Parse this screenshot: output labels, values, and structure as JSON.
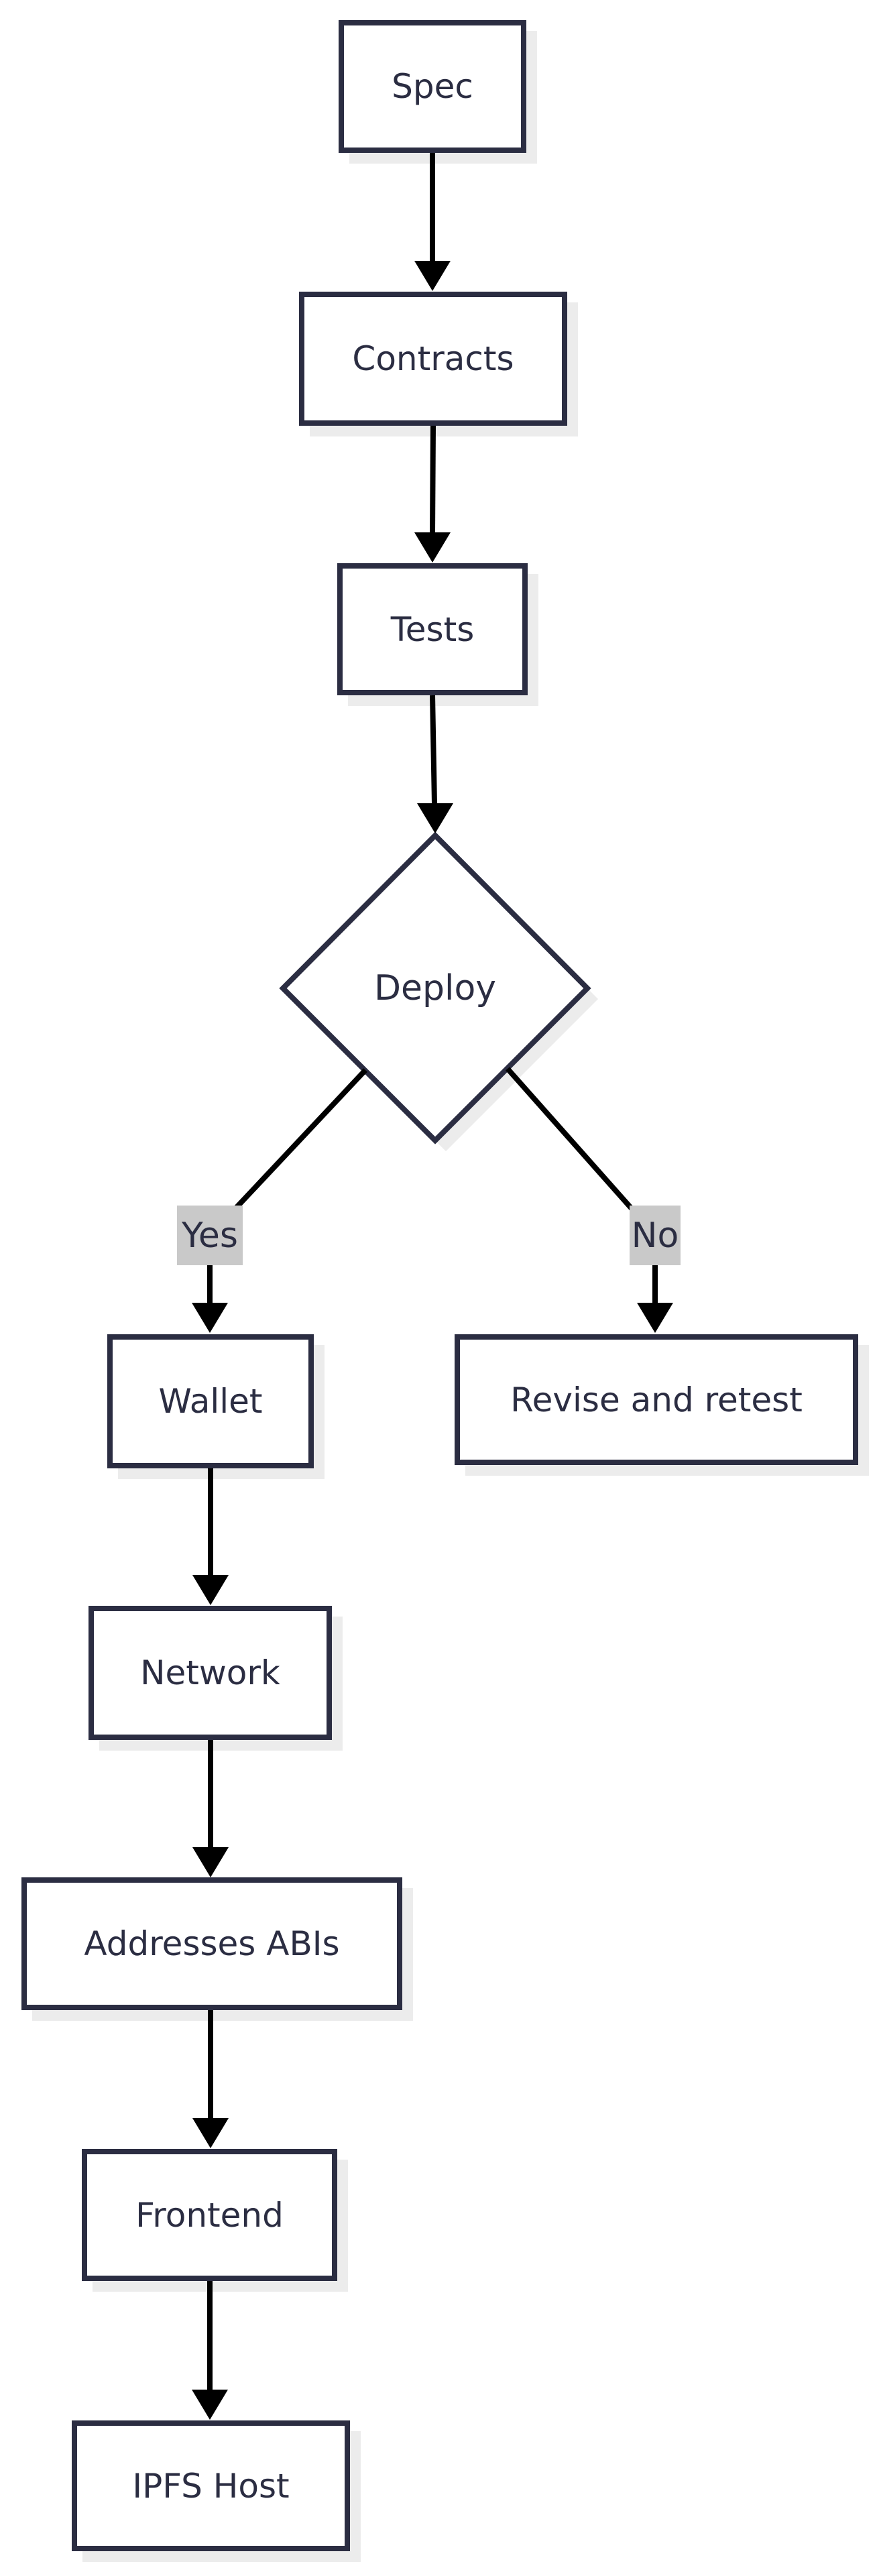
{
  "diagram": {
    "type": "flowchart",
    "direction": "top-down",
    "nodes": [
      {
        "id": "spec",
        "label": "Spec",
        "shape": "rectangle"
      },
      {
        "id": "contracts",
        "label": "Contracts",
        "shape": "rectangle"
      },
      {
        "id": "tests",
        "label": "Tests",
        "shape": "rectangle"
      },
      {
        "id": "deploy",
        "label": "Deploy",
        "shape": "diamond"
      },
      {
        "id": "wallet",
        "label": "Wallet",
        "shape": "rectangle"
      },
      {
        "id": "revise",
        "label": "Revise and retest",
        "shape": "rectangle"
      },
      {
        "id": "network",
        "label": "Network",
        "shape": "rectangle"
      },
      {
        "id": "addresses",
        "label": "Addresses ABIs",
        "shape": "rectangle"
      },
      {
        "id": "frontend",
        "label": "Frontend",
        "shape": "rectangle"
      },
      {
        "id": "ipfs",
        "label": "IPFS Host",
        "shape": "rectangle"
      }
    ],
    "edges": [
      {
        "from": "spec",
        "to": "contracts",
        "label": ""
      },
      {
        "from": "contracts",
        "to": "tests",
        "label": ""
      },
      {
        "from": "tests",
        "to": "deploy",
        "label": ""
      },
      {
        "from": "deploy",
        "to": "wallet",
        "label": "Yes"
      },
      {
        "from": "deploy",
        "to": "revise",
        "label": "No"
      },
      {
        "from": "wallet",
        "to": "network",
        "label": ""
      },
      {
        "from": "network",
        "to": "addresses",
        "label": ""
      },
      {
        "from": "addresses",
        "to": "frontend",
        "label": ""
      },
      {
        "from": "frontend",
        "to": "ipfs",
        "label": ""
      }
    ],
    "colors": {
      "background": "#ffffff",
      "node_fill": "#ffffff",
      "node_border": "#2b2d42",
      "text": "#2b2d42",
      "edge": "#000000",
      "edge_label_bg": "#c9c9c9",
      "shadow": "#ececec"
    }
  }
}
